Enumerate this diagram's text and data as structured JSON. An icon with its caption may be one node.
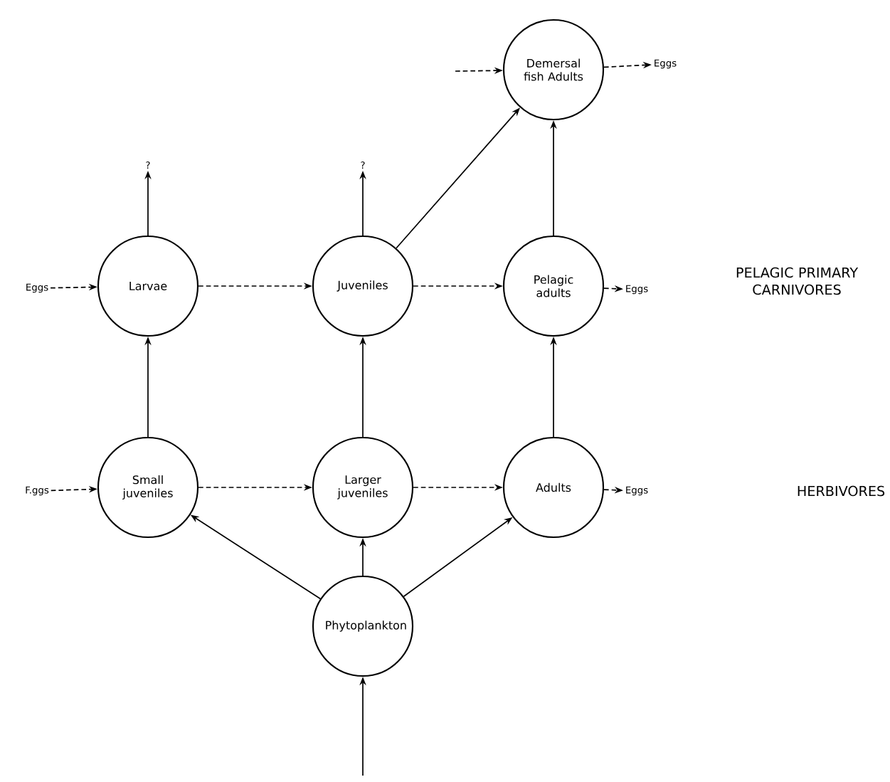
{
  "diagram": {
    "nodes": [
      {
        "text": [
          "Demersal fish Adults"
        ]
      },
      {
        "text": [
          "Larvae"
        ]
      },
      {
        "text": [
          "Juveniles"
        ]
      },
      {
        "text": [
          "Pelagic adults"
        ]
      },
      {
        "text": [
          "Small juveniles"
        ]
      },
      {
        "text": [
          "Larger juveniles"
        ]
      },
      {
        "text": [
          "Adults"
        ]
      },
      {
        "text": [
          "Phytoplankton"
        ]
      },
      {
        "text": [
          "?"
        ]
      },
      {
        "text": [
          "?"
        ]
      },
      {
        "text": [
          "Eggs"
        ]
      },
      {
        "text": [
          "Eggs"
        ]
      },
      {
        "text": [
          "Eggs"
        ]
      },
      {
        "text": [
          "F.ggs"
        ]
      },
      {
        "text": [
          "Eggs"
        ]
      }
    ],
    "edges": [
      {
        "from": null,
        "to": 0,
        "arrow": "to",
        "style": "dashed"
      },
      {
        "from": 0,
        "to": 11,
        "arrow": "to",
        "style": "dashed"
      },
      {
        "from": 1,
        "to": 8,
        "arrow": "to"
      },
      {
        "from": 2,
        "to": 9,
        "arrow": "to"
      },
      {
        "from": 2,
        "to": 0,
        "arrow": "to"
      },
      {
        "from": 3,
        "to": 0,
        "arrow": "to"
      },
      {
        "from": 10,
        "to": 1,
        "arrow": "to",
        "style": "dashed"
      },
      {
        "from": 1,
        "to": 2,
        "arrow": "to",
        "style": "dashed"
      },
      {
        "from": 2,
        "to": 3,
        "arrow": "to",
        "style": "dashed"
      },
      {
        "from": 3,
        "to": 12,
        "arrow": "to",
        "style": "dashed"
      },
      {
        "from": 4,
        "to": 1,
        "arrow": "to"
      },
      {
        "from": 5,
        "to": 2,
        "arrow": "to"
      },
      {
        "from": 6,
        "to": 3,
        "arrow": "to"
      },
      {
        "from": 13,
        "to": 4,
        "arrow": "to",
        "style": "dashed"
      },
      {
        "from": 4,
        "to": 5,
        "arrow": "to",
        "style": "dashed"
      },
      {
        "from": 5,
        "to": 6,
        "arrow": "to",
        "style": "dashed"
      },
      {
        "from": 6,
        "to": 14,
        "arrow": "to",
        "style": "dashed"
      },
      {
        "from": 7,
        "to": 4,
        "arrow": "to"
      },
      {
        "from": 7,
        "to": 5,
        "arrow": "to"
      },
      {
        "from": 7,
        "to": 6,
        "arrow": "to"
      },
      {
        "from": null,
        "to": 7,
        "arrow": "to"
      }
    ],
    "labels": [
      "PELAGIC PRIMARY CARNIVORES",
      "HERBIVORES"
    ]
  }
}
